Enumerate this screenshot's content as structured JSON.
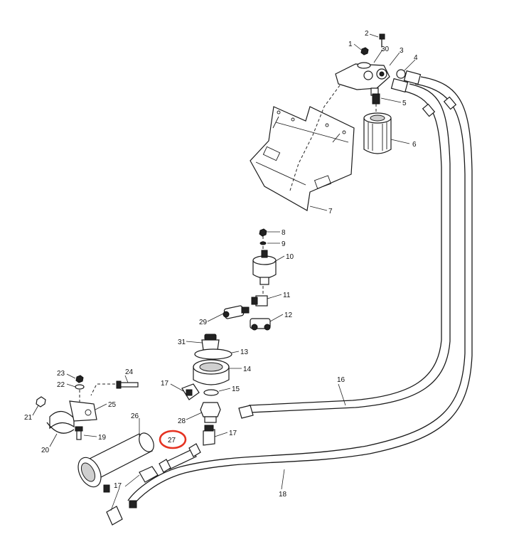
{
  "highlight_color": "#e53322",
  "callouts": {
    "c1": "1",
    "c2": "2",
    "c3": "3",
    "c4": "4",
    "c5": "5",
    "c6": "6",
    "c7": "7",
    "c8": "8",
    "c9": "9",
    "c10": "10",
    "c11": "11",
    "c12": "12",
    "c13": "13",
    "c14": "14",
    "c15": "15",
    "c16": "16",
    "c17a": "17",
    "c17b": "17",
    "c17c": "17",
    "c18": "18",
    "c19": "19",
    "c20": "20",
    "c21": "21",
    "c22": "22",
    "c23": "23",
    "c24": "24",
    "c25": "25",
    "c26": "26",
    "c27": "27",
    "c28": "28",
    "c29": "29",
    "c30": "30",
    "c31": "31"
  },
  "highlighted_callout": "27"
}
